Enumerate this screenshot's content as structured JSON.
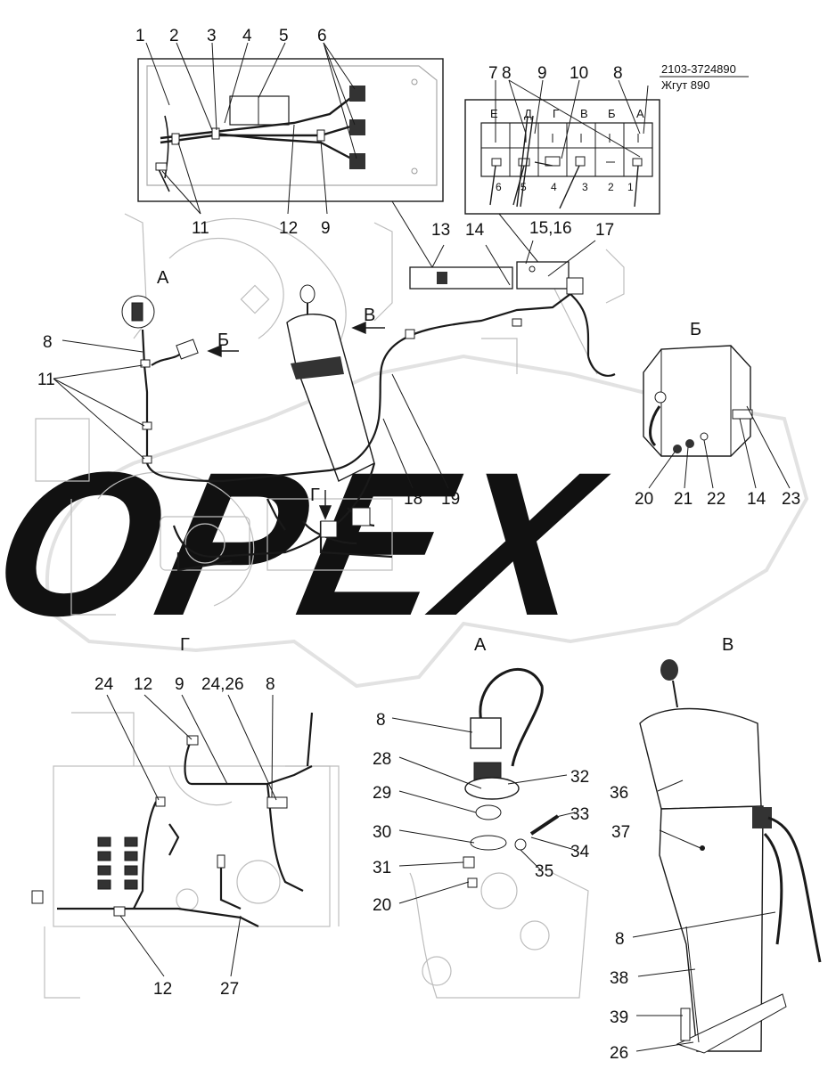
{
  "part_number": "2103-3724890",
  "harness_name": "Жгут 890",
  "view_titles": {
    "a": "А",
    "b": "Б",
    "v": "В",
    "g": "Г"
  },
  "connector_columns": [
    "Е",
    "Д",
    "Г",
    "В",
    "Б",
    "А"
  ],
  "connector_pins": [
    "6",
    "5",
    "4",
    "3",
    "2",
    "1"
  ],
  "callouts": {
    "c1": "1",
    "c2": "2",
    "c3": "3",
    "c4": "4",
    "c5": "5",
    "c6": "6",
    "c7": "7",
    "c8": "8",
    "c9": "9",
    "c10": "10",
    "c11": "11",
    "c12": "12",
    "c13": "13",
    "c14": "14",
    "c15_16": "15,16",
    "c17": "17",
    "c18": "18",
    "c19": "19",
    "c20": "20",
    "c21": "21",
    "c22": "22",
    "c23": "23",
    "c24": "24",
    "c24_26": "24,26",
    "c26": "26",
    "c27": "27",
    "c28": "28",
    "c29": "29",
    "c30": "30",
    "c31": "31",
    "c32": "32",
    "c33": "33",
    "c34": "34",
    "c35": "35",
    "c36": "36",
    "c37": "37",
    "c38": "38",
    "c39": "39"
  },
  "watermark": "OPEX",
  "colors": {
    "line": "#1a1a1a",
    "faint": "#b8b8b8",
    "watermark": "#e9e9e9"
  }
}
